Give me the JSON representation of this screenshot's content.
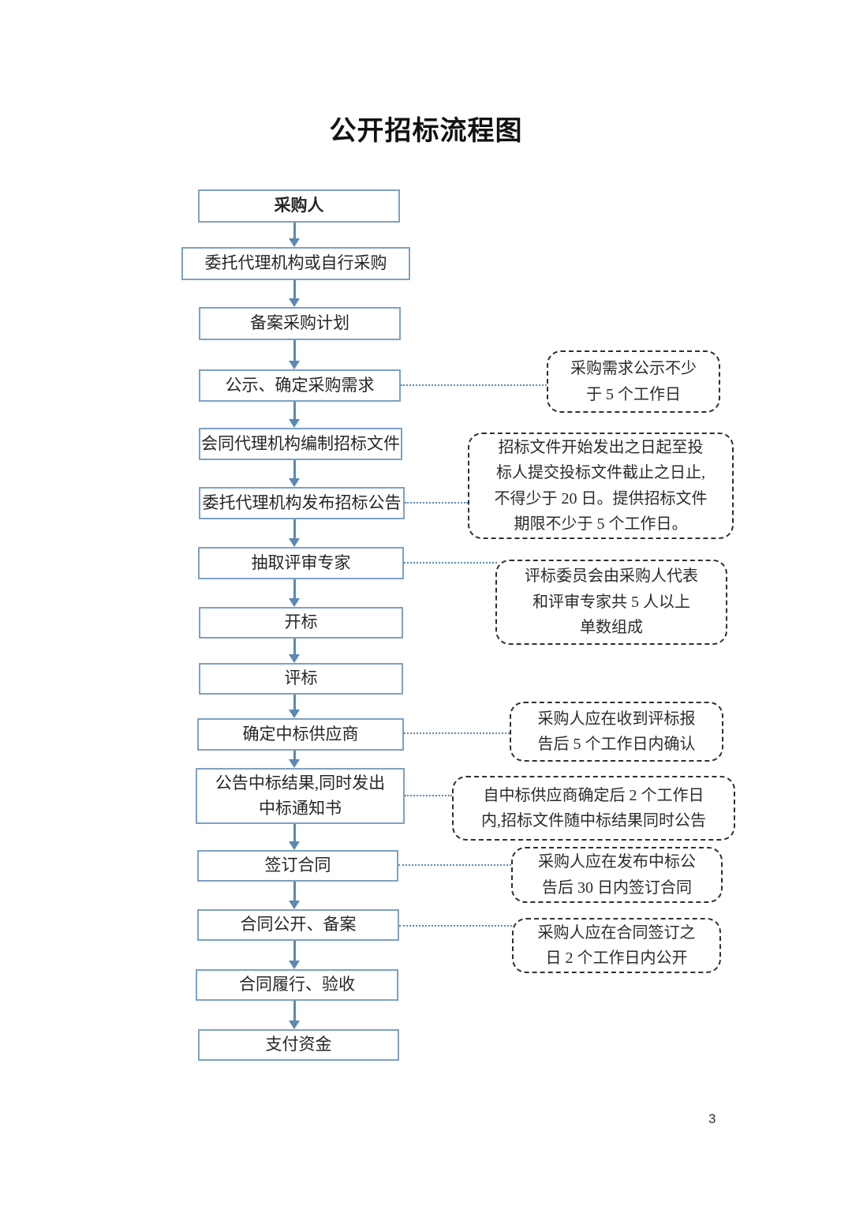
{
  "page": {
    "title": "公开招标流程图",
    "page_number": "3"
  },
  "flow": {
    "boxes": [
      {
        "label": "采购人"
      },
      {
        "label": "委托代理机构或自行采购"
      },
      {
        "label": "备案采购计划"
      },
      {
        "label": "公示、确定采购需求"
      },
      {
        "label": "会同代理机构编制招标文件"
      },
      {
        "label": "委托代理机构发布招标公告"
      },
      {
        "label": "抽取评审专家"
      },
      {
        "label": "开标"
      },
      {
        "label": "评标"
      },
      {
        "label": "确定中标供应商"
      },
      {
        "label": "公告中标结果,同时发出\n中标通知书"
      },
      {
        "label": "签订合同"
      },
      {
        "label": "合同公开、备案"
      },
      {
        "label": "合同履行、验收"
      },
      {
        "label": "支付资金"
      }
    ]
  },
  "notes": [
    {
      "text": "采购需求公示不少\n于 5 个工作日"
    },
    {
      "text": "招标文件开始发出之日起至投\n标人提交投标文件截止之日止,\n不得少于 20 日。提供招标文件\n期限不少于 5 个工作日。"
    },
    {
      "text": "评标委员会由采购人代表\n和评审专家共 5 人以上\n单数组成"
    },
    {
      "text": "采购人应在收到评标报\n告后 5 个工作日内确认"
    },
    {
      "text": "自中标供应商确定后 2 个工作日\n内,招标文件随中标结果同时公告"
    },
    {
      "text": "采购人应在发布中标公\n告后 30 日内签订合同"
    },
    {
      "text": "采购人应在合同签订之\n日 2 个工作日内公开"
    }
  ],
  "colors": {
    "box_border": "#7da1c4",
    "arrow": "#5b89b4",
    "connector_dotted": "#5b89b4",
    "note_border": "#2f2f2f",
    "text": "#262626",
    "background": "#ffffff"
  }
}
